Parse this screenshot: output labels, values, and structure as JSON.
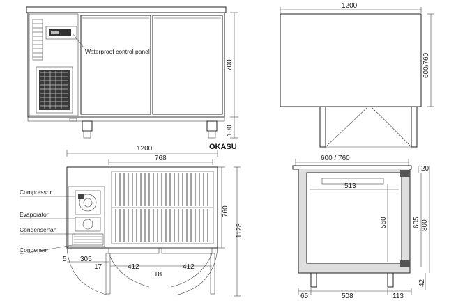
{
  "front_view": {
    "callout": "Waterproof control panel",
    "height_cabinet": "700",
    "height_legs": "100"
  },
  "side_view": {
    "width": "1200",
    "depth": "600/760"
  },
  "top_view": {
    "width_total": "1200",
    "width_drawer": "768",
    "depth_inner": "760",
    "depth_total": "1128",
    "labels": {
      "compressor": "Compressor",
      "evaporator": "Evaporator",
      "condenser_fan": "Condenserfan",
      "condenser": "Condenser"
    },
    "bottom_dims": {
      "left_small": "5",
      "left_width": "305",
      "gap": "17",
      "door_left": "412",
      "door_right": "412",
      "center": "18"
    }
  },
  "section_view": {
    "depth": "600 / 760",
    "top_thickness": "20",
    "inner_depth": "513",
    "inner_height": "560",
    "height_605": "605",
    "height_800": "800",
    "leg_height": "42",
    "bottom_left": "65",
    "bottom_mid": "508",
    "bottom_right": "113"
  },
  "watermark": "OKASU"
}
